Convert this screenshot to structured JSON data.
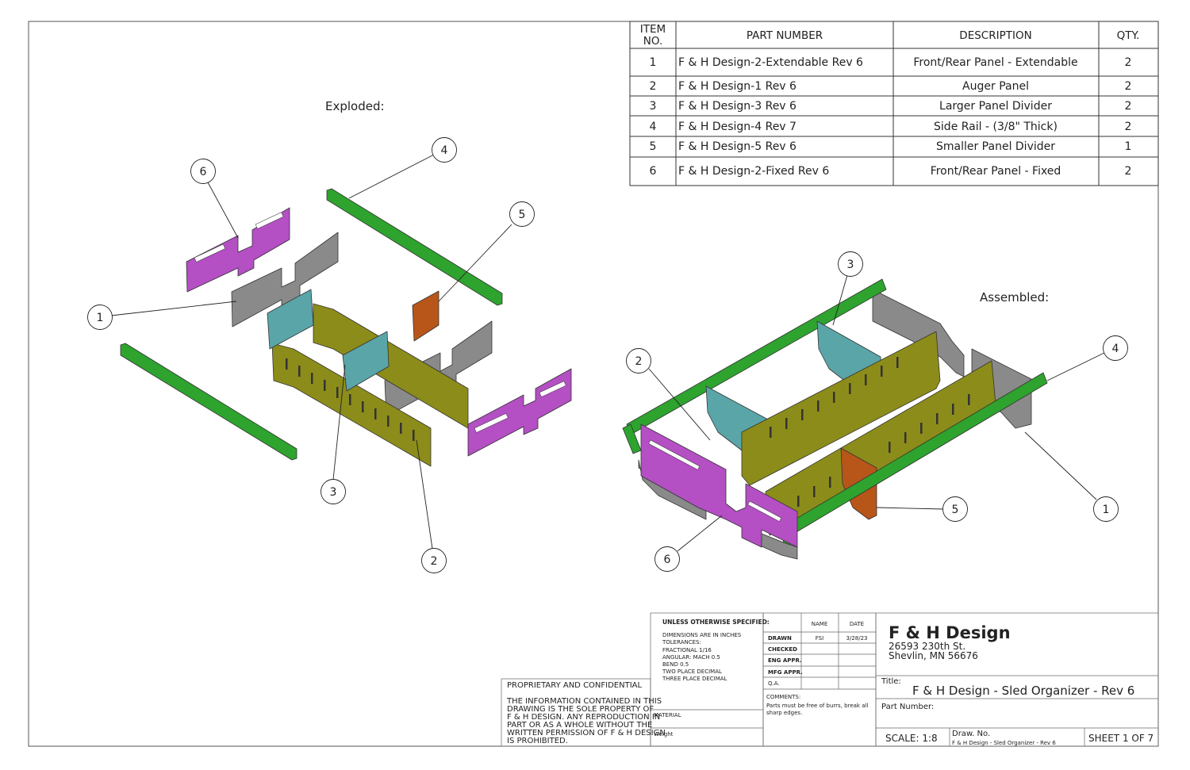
{
  "bom": {
    "headers": {
      "item_line1": "ITEM",
      "item_line2": "NO.",
      "part_number": "PART NUMBER",
      "description": "DESCRIPTION",
      "qty": "QTY."
    },
    "rows": [
      {
        "item": "1",
        "part_number": "F & H Design-2-Extendable Rev 6",
        "description": "Front/Rear Panel - Extendable",
        "qty": "2"
      },
      {
        "item": "2",
        "part_number": "F & H Design-1 Rev 6",
        "description": "Auger Panel",
        "qty": "2"
      },
      {
        "item": "3",
        "part_number": "F & H Design-3 Rev 6",
        "description": "Larger Panel Divider",
        "qty": "2"
      },
      {
        "item": "4",
        "part_number": "F & H Design-4 Rev 7",
        "description": "Side Rail - (3/8\" Thick)",
        "qty": "2"
      },
      {
        "item": "5",
        "part_number": "F & H Design-5 Rev 6",
        "description": "Smaller Panel Divider",
        "qty": "1"
      },
      {
        "item": "6",
        "part_number": "F & H Design-2-Fixed Rev 6",
        "description": "Front/Rear Panel - Fixed",
        "qty": "2"
      }
    ]
  },
  "views": {
    "exploded": "Exploded:",
    "assembled": "Assembled:"
  },
  "balloons": {
    "exploded": [
      "6",
      "4",
      "5",
      "1",
      "3",
      "2"
    ],
    "assembled": [
      "3",
      "2",
      "4",
      "5",
      "1",
      "6"
    ]
  },
  "title_block": {
    "proprietary_title": "PROPRIETARY AND CONFIDENTIAL",
    "proprietary_lines": [
      "THE INFORMATION CONTAINED IN THIS",
      "DRAWING IS THE SOLE PROPERTY OF",
      "F & H DESIGN. ANY REPRODUCTION IN",
      "PART OR AS A WHOLE WITHOUT THE",
      "WRITTEN PERMISSION OF F & H DESIGN",
      "IS PROHIBITED."
    ],
    "unless_specified": "UNLESS OTHERWISE SPECIFIED:",
    "tolerance_lines": [
      "DIMENSIONS ARE IN INCHES",
      "TOLERANCES:",
      "FRACTIONAL   1/16",
      "ANGULAR: MACH   0.5",
      "BEND   0.5",
      "TWO PLACE DECIMAL",
      "THREE PLACE DECIMAL"
    ],
    "material_label": "MATERIAL",
    "weight_label": "Weight",
    "name_header": "NAME",
    "date_header": "DATE",
    "approvals": [
      {
        "role": "DRAWN",
        "name": "FSI",
        "date": "3/28/23"
      },
      {
        "role": "CHECKED",
        "name": "",
        "date": ""
      },
      {
        "role": "ENG APPR.",
        "name": "",
        "date": ""
      },
      {
        "role": "MFG APPR.",
        "name": "",
        "date": ""
      },
      {
        "role": "Q.A.",
        "name": "",
        "date": ""
      }
    ],
    "comments_label": "COMMENTS:",
    "comments_line1": "Parts must be free of burrs, break all",
    "comments_line2": "sharp edges.",
    "company": "F & H Design",
    "address_line1": "26593 230th St.",
    "address_line2": "Shevlin, MN 56676",
    "title_label": "Title:",
    "title": "F & H Design - Sled Organizer - Rev 6",
    "part_number_label": "Part Number:",
    "scale": "SCALE: 1:8",
    "draw_no_label": "Draw. No.",
    "draw_no": "F & H Design - Sled Organizer - Rev 6",
    "sheet": "SHEET 1 OF 7"
  },
  "colors": {
    "side_rail": "#2ea32e",
    "auger_panel": "#8c8c1a",
    "fixed_panel": "#b44fc4",
    "extendable_panel": "#8a8a8a",
    "large_divider": "#5aa5a8",
    "small_divider": "#b8561a",
    "line": "#333333"
  }
}
